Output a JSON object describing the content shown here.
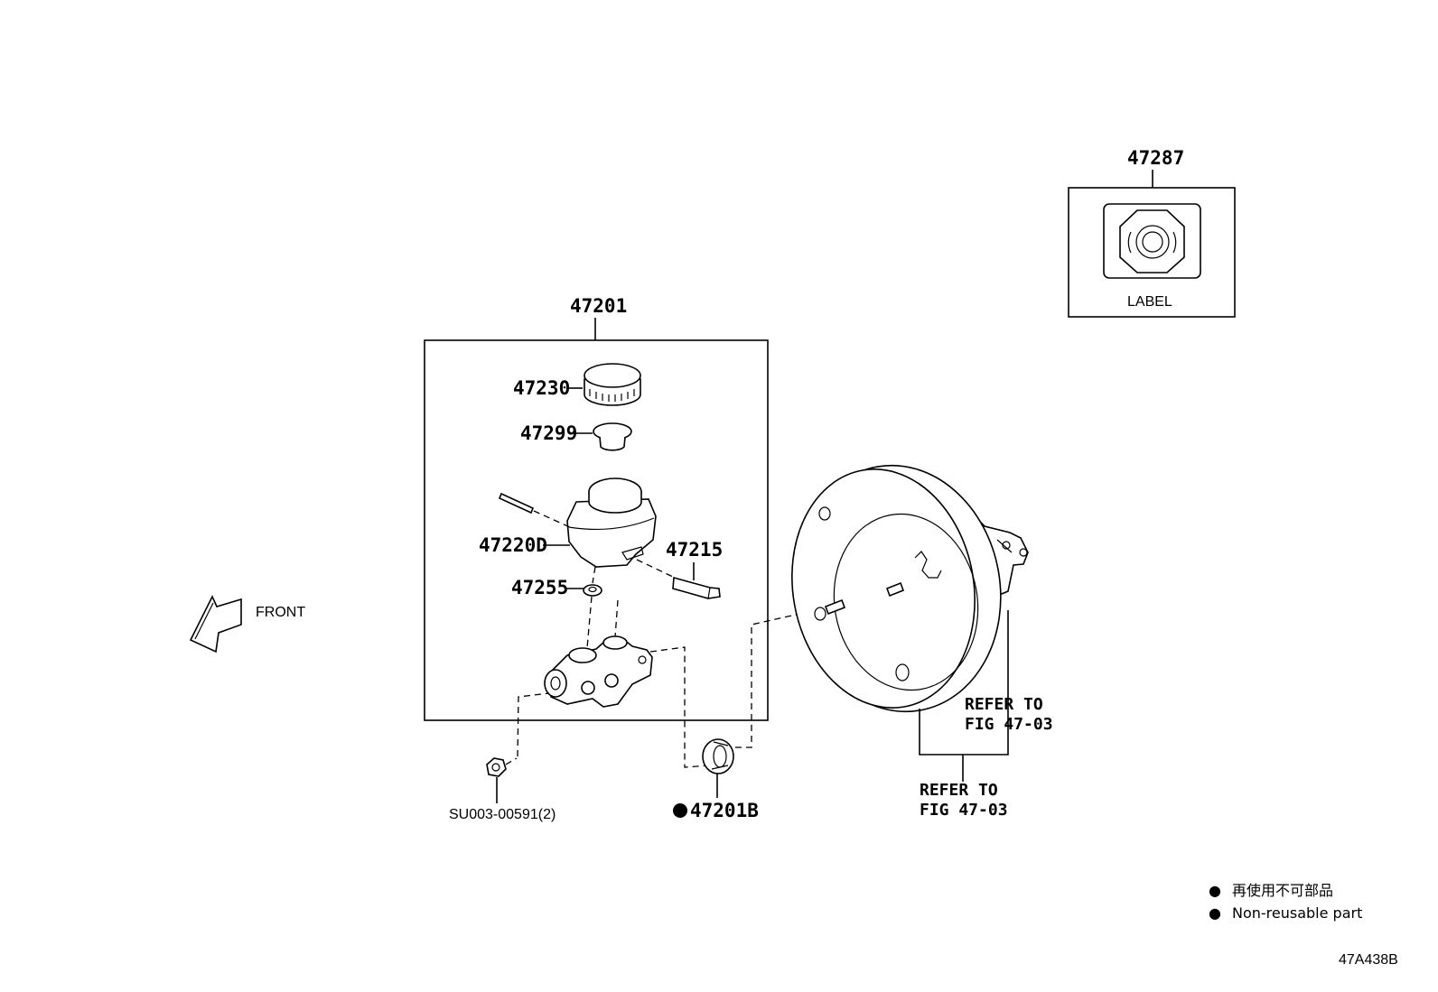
{
  "parts": {
    "p47201": "47201",
    "p47230": "47230",
    "p47299": "47299",
    "p47220d": "47220D",
    "p47215": "47215",
    "p47255": "47255",
    "p47287": "47287",
    "nut": "SU003-00591(2)",
    "p47201b": "47201B"
  },
  "label_box_text": "LABEL",
  "front_text": "FRONT",
  "refer_upper": {
    "line1": "REFER TO",
    "line2": "FIG 47-03"
  },
  "refer_lower": {
    "line1": "REFER TO",
    "line2": "FIG 47-03"
  },
  "legend": {
    "marker": "●",
    "jp": "再使用不可部品",
    "en": "Non-reusable part"
  },
  "figure_code": "47A438B",
  "icons": [
    "front-arrow-icon",
    "non-reusable-dot-icon",
    "label-octagon-icon"
  ]
}
